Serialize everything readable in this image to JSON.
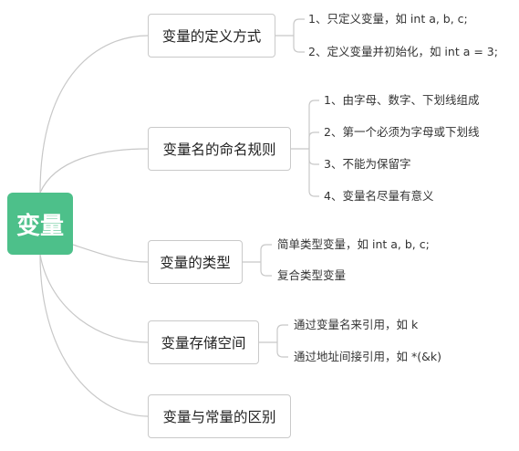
{
  "root": {
    "label": "变量"
  },
  "topics": [
    {
      "label": "变量的定义方式",
      "children": [
        "1、只定义变量，如 int  a, b, c;",
        "2、定义变量并初始化，如 int  a = 3;"
      ]
    },
    {
      "label": "变量名的命名规则",
      "children": [
        "1、由字母、数字、下划线组成",
        "2、第一个必须为字母或下划线",
        "3、不能为保留字",
        "4、变量名尽量有意义"
      ]
    },
    {
      "label": "变量的类型",
      "children": [
        "简单类型变量，如 int  a, b, c;",
        "复合类型变量"
      ]
    },
    {
      "label": "变量存储空间",
      "children": [
        "通过变量名来引用，如 k",
        "通过地址间接引用，如 *(&k)"
      ]
    },
    {
      "label": "变量与常量的区别",
      "children": []
    }
  ],
  "colors": {
    "root_fill": "#4dc08a",
    "line": "#c8c8c8",
    "topic_border": "#c9c9c9"
  }
}
